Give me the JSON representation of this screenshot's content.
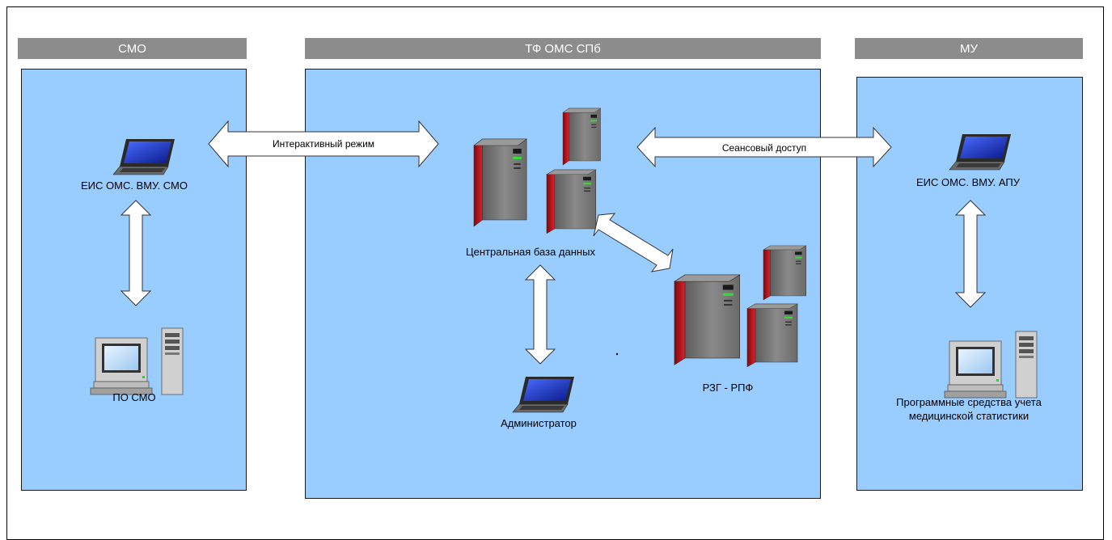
{
  "headers": {
    "smo": "СМО",
    "tfoms": "ТФ ОМС СПб",
    "mu": "МУ"
  },
  "labels": {
    "eis_smo": "ЕИС ОМС. ВМУ. СМО",
    "po_smo": "ПО СМО",
    "central_db": "Центральная база данных",
    "admin": "Администратор",
    "rzg": "РЗГ - РПФ",
    "eis_apu": "ЕИС ОМС. ВМУ. АПУ",
    "software_line1": "Программные средства учета",
    "software_line2": "медицинской статистики"
  },
  "arrows": {
    "interactive": "Интерактивный режим",
    "session": "Сеансовый доступ"
  },
  "colors": {
    "header_bg": "#8c8c8c",
    "panel_bg": "#99ccff",
    "server_body": "#7a7a7a",
    "server_red": "#c8141e",
    "laptop_screen": "#1a2bbf"
  }
}
